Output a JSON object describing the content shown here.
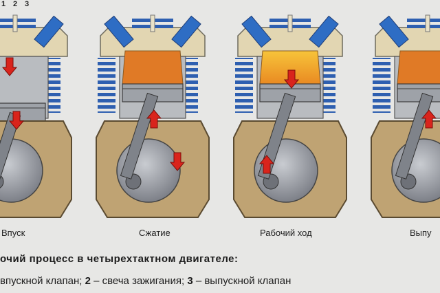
{
  "callouts": [
    "1",
    "2",
    "3"
  ],
  "strokes": [
    {
      "label": "Впуск"
    },
    {
      "label": "Сжатие"
    },
    {
      "label": "Рабочий ход"
    },
    {
      "label": "Выпу"
    }
  ],
  "caption": {
    "title": "очий процесс в четырехтактном двигателе:",
    "legend": [
      {
        "num": "",
        "text": "впускной клапан; "
      },
      {
        "num": "2",
        "text": " – свеча зажигания; "
      },
      {
        "num": "3",
        "text": " – выпускной клапан"
      }
    ]
  },
  "colors": {
    "background": "#e7e7e5",
    "engine_body": "#e2d6b2",
    "cylinder": "#b9bcc0",
    "valve": "#2e6dc4",
    "crankcase": "#bfa373",
    "chamber_compressed": "#e07a26",
    "chamber_combustion": "#f0a020",
    "arrow": "#d9241c"
  }
}
